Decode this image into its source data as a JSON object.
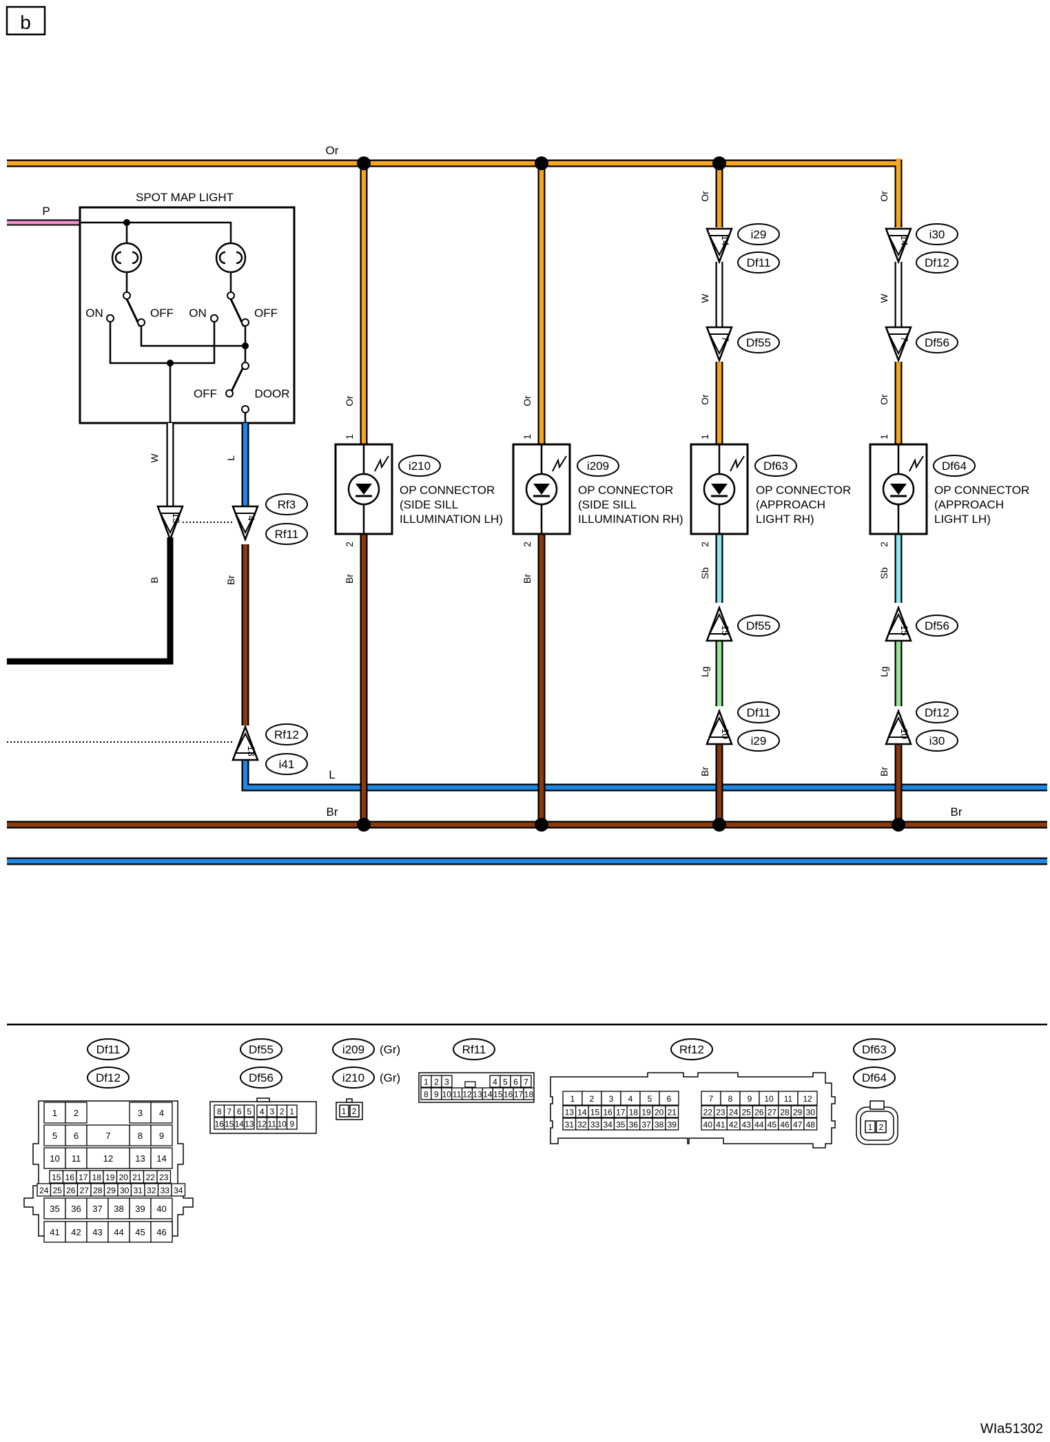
{
  "colors": {
    "Or": "#f5a623",
    "Br": "#8b3a0e",
    "L": "#1e88e5",
    "W": "#ffffff",
    "B": "#000000",
    "P": "#f48fd0",
    "Sb": "#8fe8f0",
    "Lg": "#9be39b"
  },
  "page": {
    "section_letter": "b",
    "figure_code": "WIa51302"
  },
  "wires": {
    "or_main": "Or",
    "br_main_left": "Br",
    "br_main_right": "Br",
    "l_main": "L",
    "p": "P",
    "w_spot": "W",
    "b_spot": "B",
    "l_spot": "L",
    "br_spot": "Br",
    "or_i210_top": "Or",
    "br_i210": "Br",
    "or_i209_top": "Or",
    "br_i209": "Br",
    "or_df63_top": "Or",
    "w_df63": "W",
    "or_df63_mid": "Or",
    "sb_df63": "Sb",
    "lg_df63": "Lg",
    "br_df63": "Br",
    "or_df64_top": "Or",
    "w_df64": "W",
    "or_df64_mid": "Or",
    "sb_df64": "Sb",
    "lg_df64": "Lg",
    "br_df64": "Br"
  },
  "spot_map_light": {
    "title": "SPOT MAP LIGHT",
    "on_left": "ON",
    "off_left": "OFF",
    "on_right": "ON",
    "off_right": "OFF",
    "door_off": "OFF",
    "door": "DOOR"
  },
  "connectors": {
    "i210": {
      "id": "i210",
      "name": "OP CONNECTOR",
      "line2": "(SIDE SILL",
      "line3": "ILLUMINATION LH)",
      "pin_top": "1",
      "pin_bottom": "2"
    },
    "i209": {
      "id": "i209",
      "name": "OP CONNECTOR",
      "line2": "(SIDE SILL",
      "line3": "ILLUMINATION RH)",
      "pin_top": "1",
      "pin_bottom": "2"
    },
    "df63": {
      "id": "Df63",
      "name": "OP CONNECTOR",
      "line2": "(APPROACH",
      "line3": "LIGHT RH)",
      "pin_top": "1",
      "pin_bottom": "2"
    },
    "df64": {
      "id": "Df64",
      "name": "OP CONNECTOR",
      "line2": "(APPROACH",
      "line3": "LIGHT LH)",
      "pin_top": "1",
      "pin_bottom": "2"
    }
  },
  "junctions": {
    "w13": {
      "pin": "13"
    },
    "l4": {
      "pin": "4",
      "tag_a": "Rf3",
      "tag_b": "Rf11"
    },
    "l13": {
      "pin": "13",
      "tag_a": "Rf12",
      "tag_b": "i41"
    },
    "df63_14": {
      "pin": "14",
      "tag_a": "i29",
      "tag_b": "Df11"
    },
    "df63_7": {
      "pin": "7",
      "tag": "Df55"
    },
    "df63_15": {
      "pin": "15",
      "tag": "Df55"
    },
    "df63_10": {
      "pin": "10",
      "tag_a": "Df11",
      "tag_b": "i29"
    },
    "df64_14": {
      "pin": "14",
      "tag_a": "i30",
      "tag_b": "Df12"
    },
    "df64_7": {
      "pin": "7",
      "tag": "Df56"
    },
    "df64_15": {
      "pin": "15",
      "tag": "Df56"
    },
    "df64_10": {
      "pin": "10",
      "tag_a": "Df12",
      "tag_b": "i30"
    }
  },
  "legend": {
    "df11": "Df11",
    "df12": "Df12",
    "df55": "Df55",
    "df56": "Df56",
    "i209": "i209",
    "i210": "i210",
    "gr_a": "(Gr)",
    "gr_b": "(Gr)",
    "rf11": "Rf11",
    "rf12": "Rf12",
    "df63": "Df63",
    "df64": "Df64"
  }
}
